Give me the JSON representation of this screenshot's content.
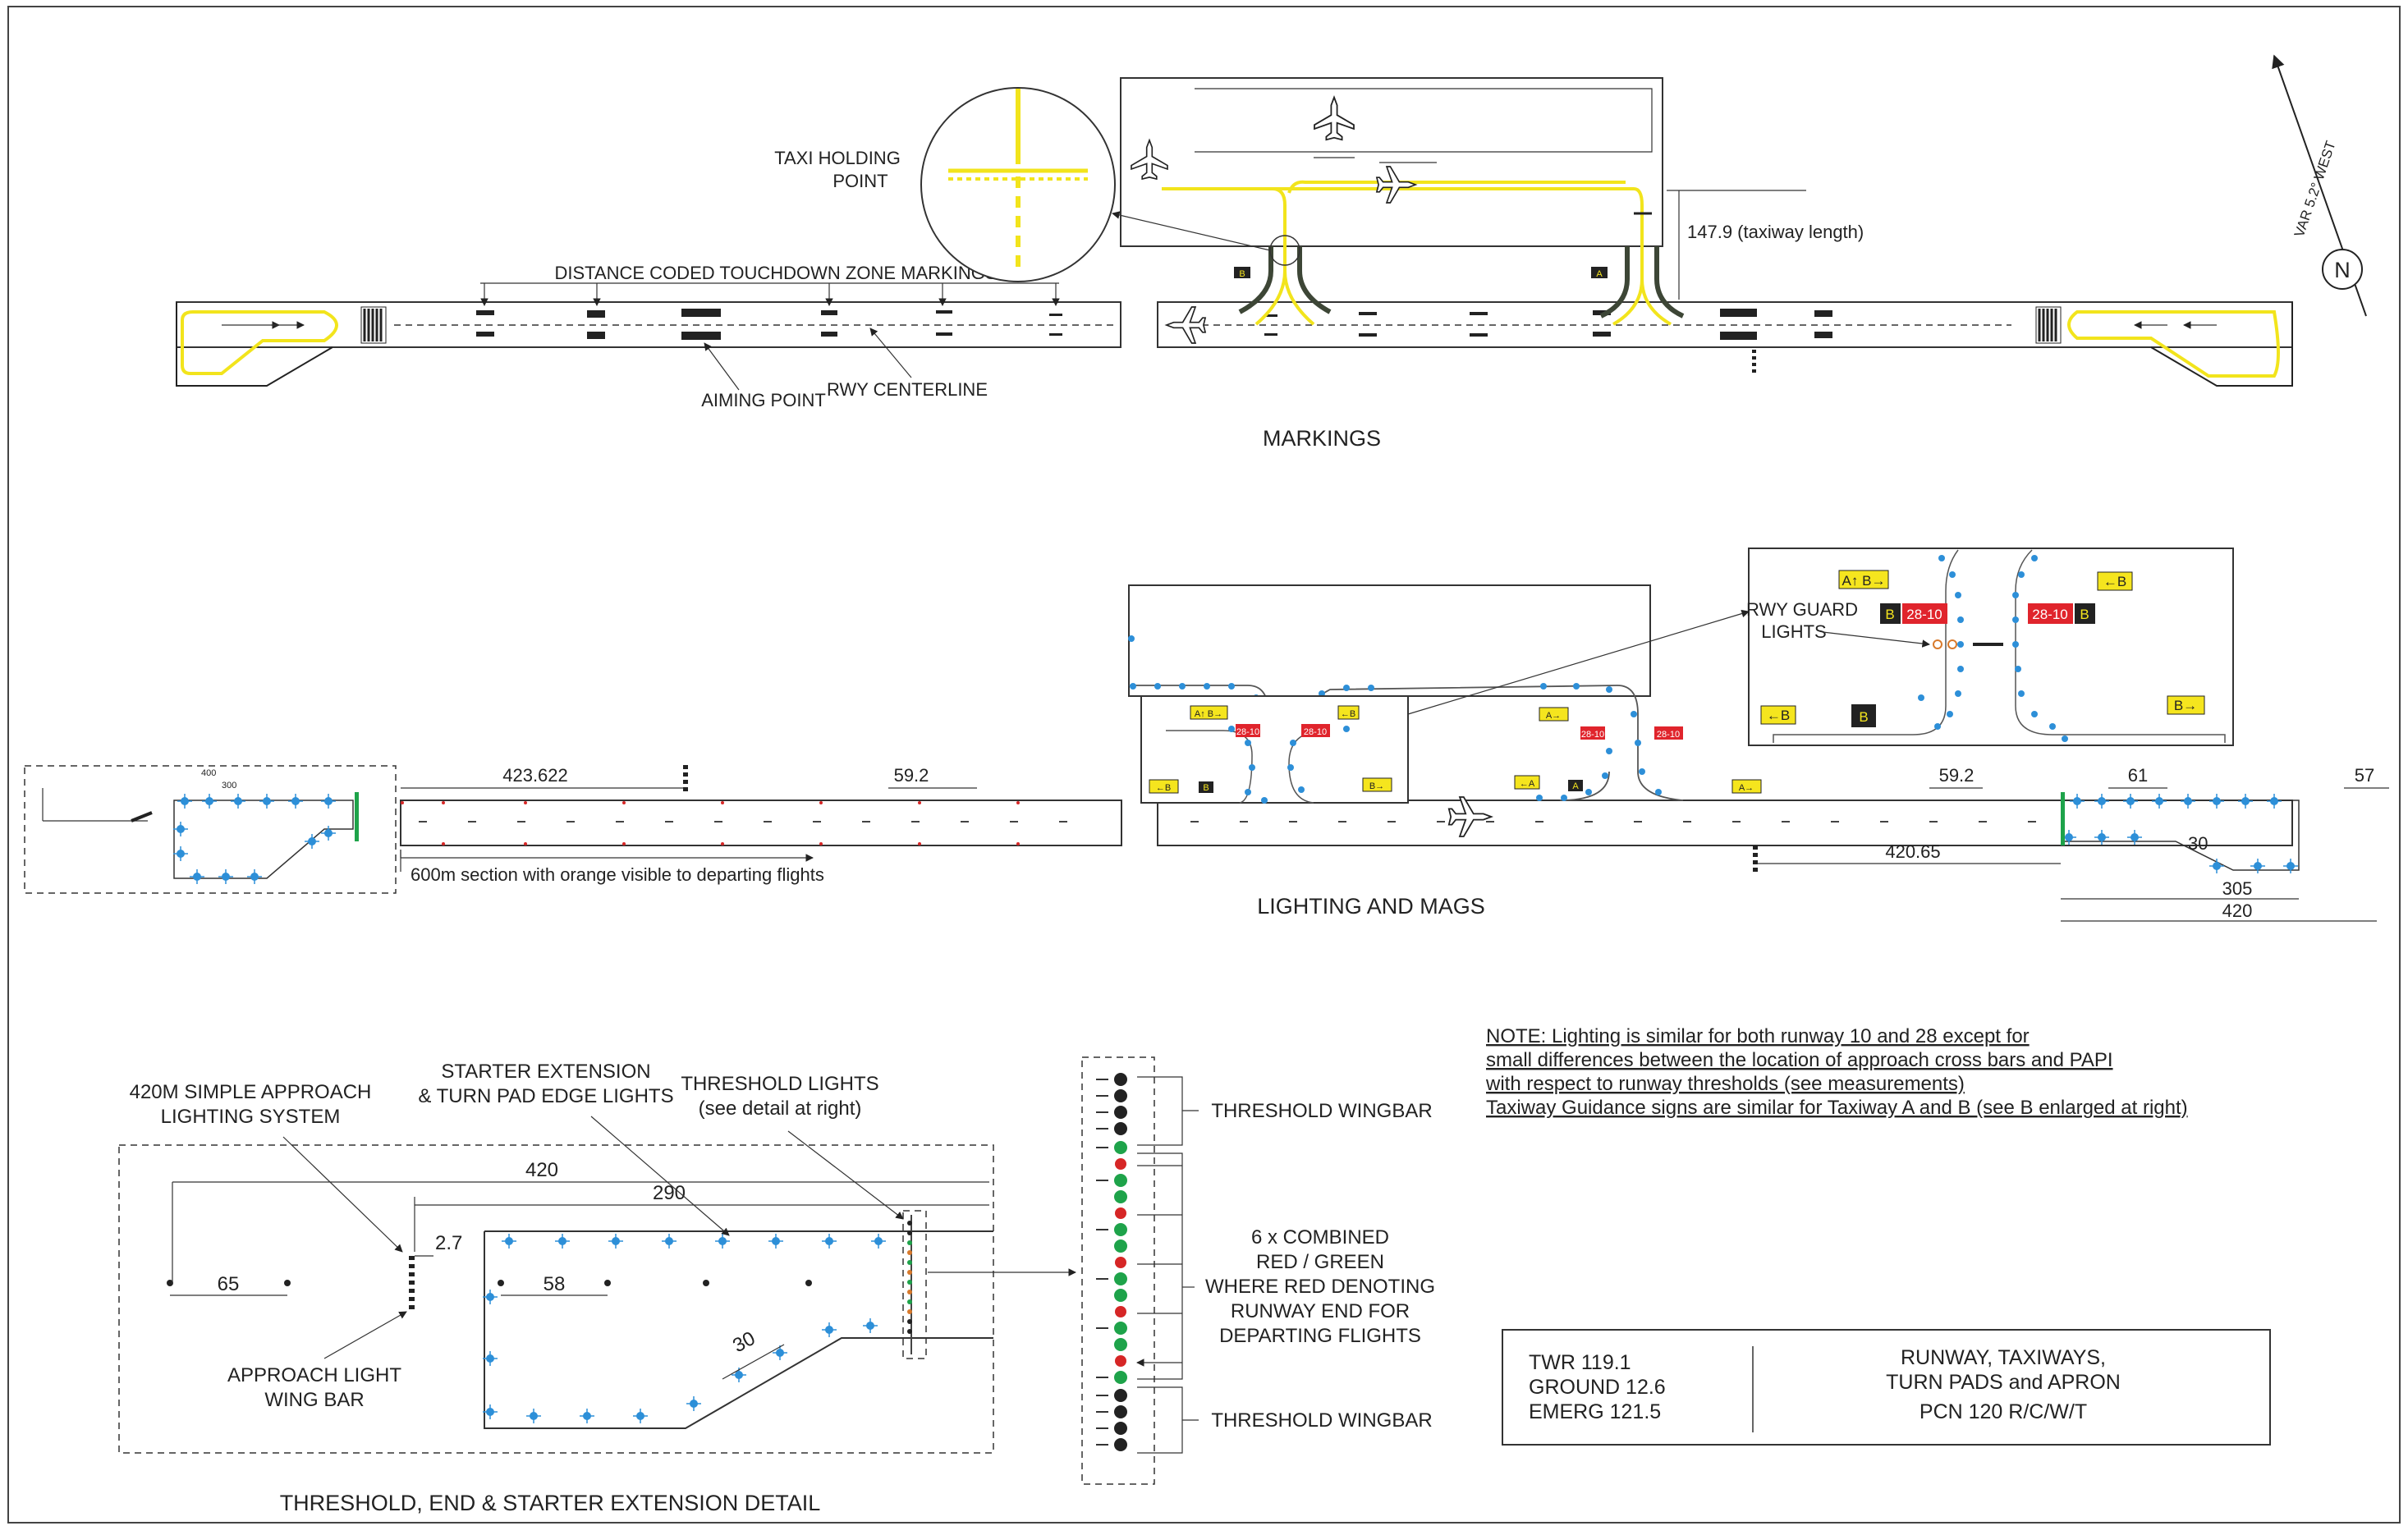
{
  "markings": {
    "title": "MARKINGS",
    "taxi_holding_point": [
      "TAXI HOLDING",
      "POINT"
    ],
    "touchdown_zone": "DISTANCE CODED TOUCHDOWN ZONE MARKINGS",
    "aiming_point": "AIMING POINT",
    "rwy_centerline": "RWY CENTERLINE",
    "taxiway_length": "147.9 (taxiway length)",
    "sign_b": "B",
    "sign_a": "A",
    "north_label": "VAR 5.2° WEST",
    "north_symbol": "N"
  },
  "lighting": {
    "title": "LIGHTING AND MAGS",
    "dim_423": "423.622",
    "dim_59_left": "59.2",
    "dim_59_right": "59.2",
    "dim_61": "61",
    "dim_57": "57",
    "dim_30": "30",
    "dim_305": "305",
    "dim_420": "420",
    "dim_420_65": "420.65",
    "section_600": "600m section with orange visible to departing flights",
    "rwy_guard_lights": [
      "RWY GUARD",
      "LIGHTS"
    ],
    "sign_a_b": "A↑ B→",
    "sign_left_b": "←B",
    "sign_runway": "28-10",
    "sign_b_letter": "B",
    "sign_a_right": "A→",
    "sign_a_left": "←A",
    "sign_b_right": "B→",
    "sign_b_left": "←B",
    "sign_a_letter": "A",
    "small_dim_400": "400",
    "small_dim_300": "300"
  },
  "detail": {
    "title": "THRESHOLD, END & STARTER EXTENSION DETAIL",
    "approach_system": [
      "420M SIMPLE APPROACH",
      "LIGHTING SYSTEM"
    ],
    "starter_extension": [
      "STARTER EXTENSION",
      "& TURN PAD EDGE LIGHTS"
    ],
    "threshold_lights": [
      "THRESHOLD LIGHTS",
      "(see detail at right)"
    ],
    "approach_wing_bar": [
      "APPROACH LIGHT",
      "WING BAR"
    ],
    "dim_420": "420",
    "dim_290": "290",
    "dim_2_7": "2.7",
    "dim_65": "65",
    "dim_58": "58",
    "dim_30": "30",
    "wingbar_top": "THRESHOLD WINGBAR",
    "wingbar_bottom": "THRESHOLD WINGBAR",
    "combined": [
      "6 x COMBINED",
      "RED / GREEN",
      "WHERE RED DENOTING",
      "RUNWAY END FOR",
      "DEPARTING FLIGHTS"
    ]
  },
  "note": [
    "NOTE: Lighting is similar for both runway 10 and 28 except for",
    "small differences between the location of approach cross bars and PAPI",
    "with respect to runway thresholds (see measurements)",
    "Taxiway Guidance signs are similar for Taxiway A and B (see B enlarged at right)"
  ],
  "info_box": {
    "frequencies": [
      "TWR 119.1",
      "GROUND 12.6",
      "EMERG 121.5"
    ],
    "description": [
      "RUNWAY, TAXIWAYS,",
      "TURN PADS and APRON",
      "PCN 120 R/C/W/T"
    ]
  },
  "colors": {
    "taxiway_yellow": "#f2e41c",
    "edge_light_blue": "#2d8fd8",
    "sign_red": "#e0242c",
    "sign_yellow": "#f5e51e",
    "threshold_green": "#1ea34a",
    "threshold_red": "#d62626"
  }
}
